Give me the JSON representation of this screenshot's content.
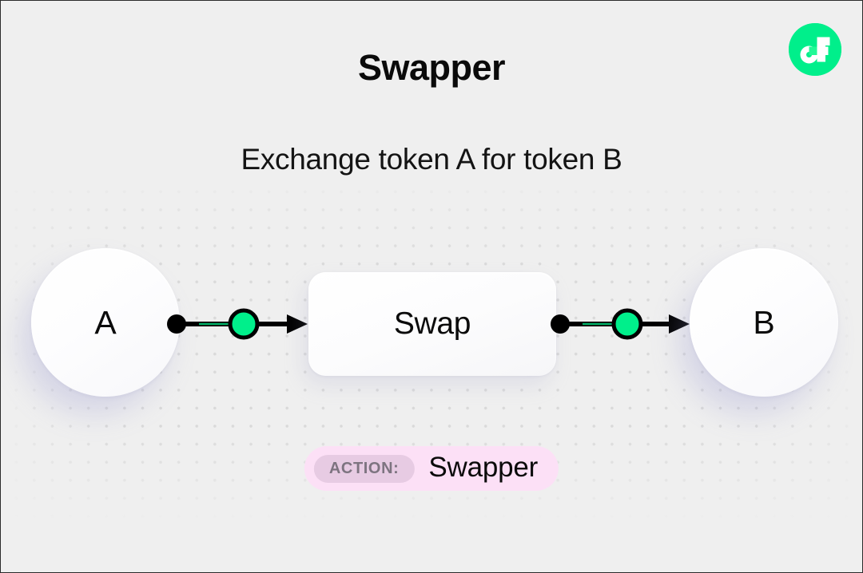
{
  "header": {
    "title": "Swapper",
    "subtitle": "Exchange token A for token B",
    "logo_icon": "flow-logo-icon",
    "logo_color": "#00EF8B"
  },
  "diagram": {
    "type": "flow",
    "background_pattern": "dot-grid",
    "background_color": "#EFEFEF",
    "accent_color": "#00EF8B",
    "connector_color": "#000000",
    "nodes": [
      {
        "id": "token-a",
        "label": "A",
        "shape": "circle"
      },
      {
        "id": "swap",
        "label": "Swap",
        "shape": "rounded-rect"
      },
      {
        "id": "token-b",
        "label": "B",
        "shape": "circle"
      }
    ],
    "connectors": [
      {
        "id": "a-to-swap",
        "from": "token-a",
        "to": "swap",
        "marker": "arrow",
        "midpoint_icon": "green-dot-icon"
      },
      {
        "id": "swap-to-b",
        "from": "swap",
        "to": "token-b",
        "marker": "arrow",
        "midpoint_icon": "green-dot-icon"
      }
    ]
  },
  "action_badge": {
    "key": "ACTION:",
    "value": "Swapper",
    "background_color": "#FCE0F6",
    "key_background_color": "#E7CBE3",
    "key_text_color": "#7D7480"
  }
}
